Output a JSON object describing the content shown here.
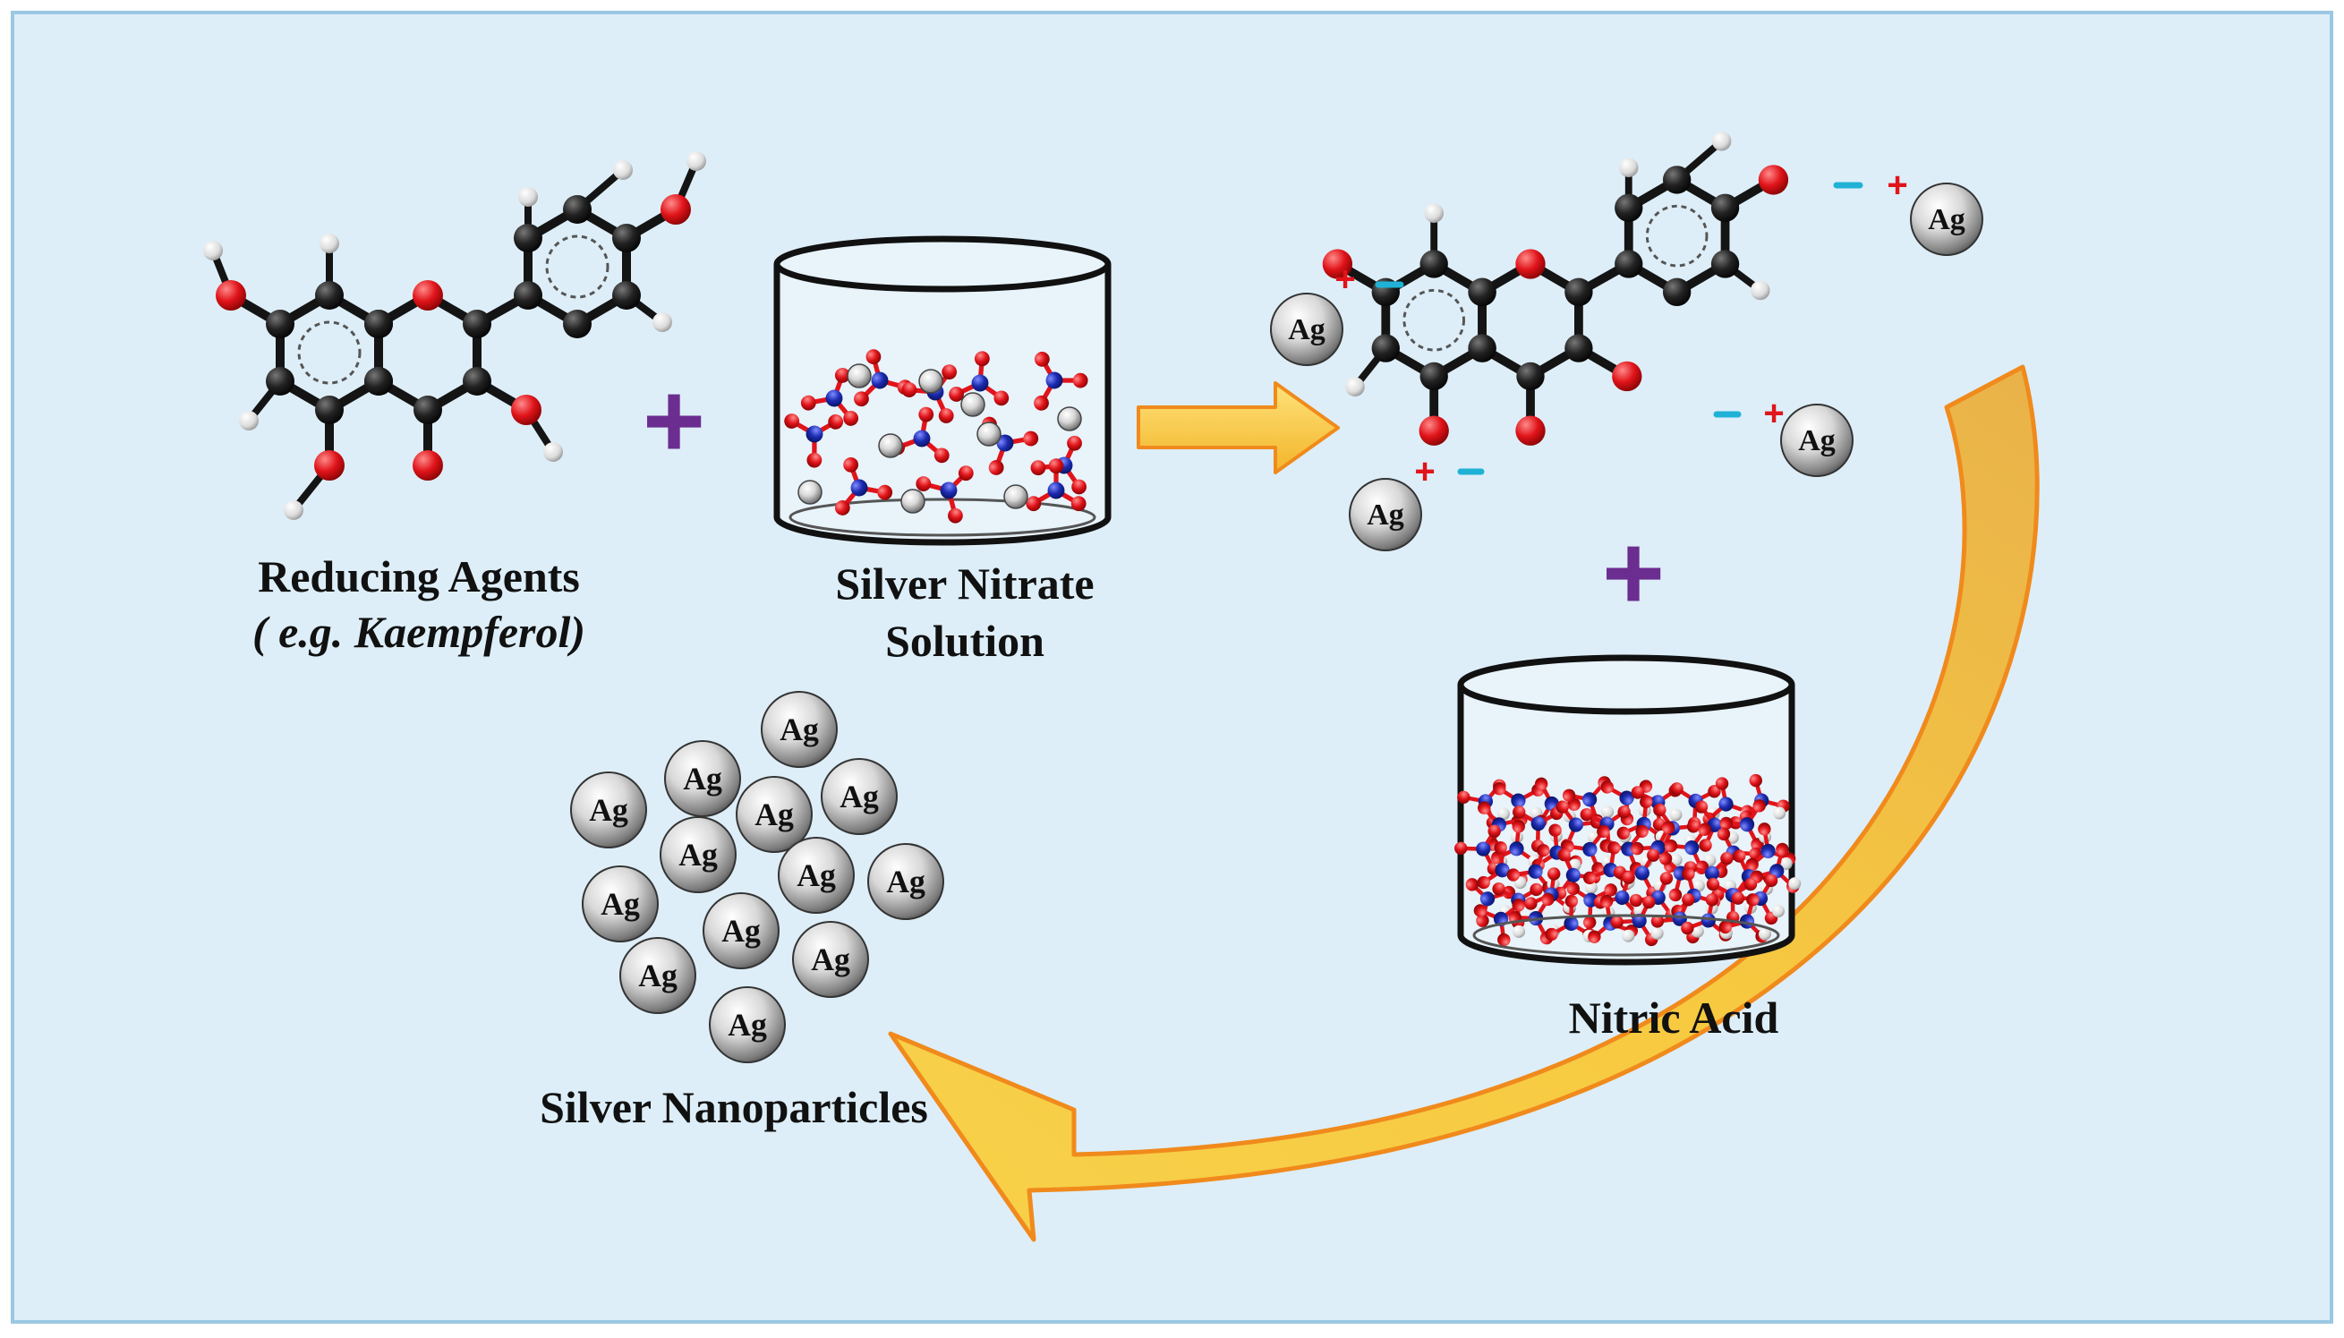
{
  "labels": {
    "reducing_agents": "Reducing Agents",
    "example": "( e.g. Kaempferol)",
    "silver_nitrate_line1": "Silver Nitrate",
    "silver_nitrate_line2": "Solution",
    "nitric_acid": "Nitric Acid",
    "silver_nanoparticles": "Silver Nanoparticles",
    "ag": "Ag",
    "plus": "+"
  },
  "colors": {
    "background": "#ddeef8",
    "border": "#9bc7e3",
    "arrow_fill": "#f7c940",
    "arrow_stroke": "#f08a1c",
    "plus": "#6b2d8f",
    "oxygen": "#e0141a",
    "carbon": "#1a1a1a",
    "hydrogen": "#e8e8e8",
    "nitrogen": "#1c2bb0",
    "bond_ionic": "#1fb2d6",
    "charge": "#e0141a"
  }
}
